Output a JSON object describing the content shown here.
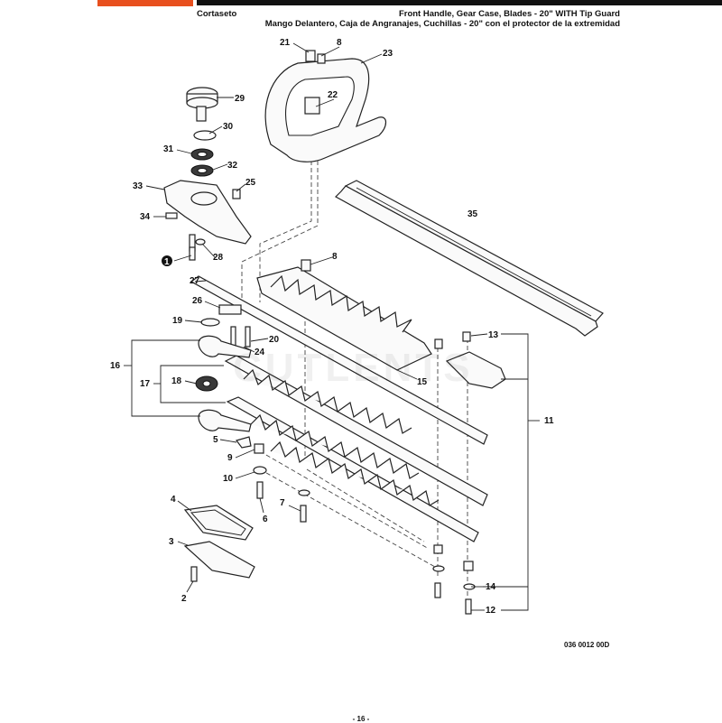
{
  "header": {
    "product_es": "Cortaseto",
    "title_en": "Front Handle, Gear Case, Blades - 20\" WITH Tip Guard",
    "title_es": "Mango Delantero, Caja de Angranajes, Cuchillas - 20\" con el protector de la extremidad",
    "brand_color": "#e8501e"
  },
  "watermark": "CUTLENTS",
  "callouts": {
    "c1": "1",
    "c2": "2",
    "c3": "3",
    "c4": "4",
    "c5": "5",
    "c6": "6",
    "c7": "7",
    "c8a": "8",
    "c8b": "8",
    "c9": "9",
    "c10": "10",
    "c11": "11",
    "c12": "12",
    "c13": "13",
    "c14": "14",
    "c15": "15",
    "c16": "16",
    "c17": "17",
    "c18": "18",
    "c19": "19",
    "c20": "20",
    "c21": "21",
    "c22": "22",
    "c23": "23",
    "c24": "24",
    "c25": "25",
    "c26": "26",
    "c27": "27",
    "c28": "28",
    "c29": "29",
    "c30": "30",
    "c31": "31",
    "c32": "32",
    "c33": "33",
    "c34": "34",
    "c35": "35"
  },
  "drawing_code": "036 0012 00D",
  "page_number": "- 16 -"
}
